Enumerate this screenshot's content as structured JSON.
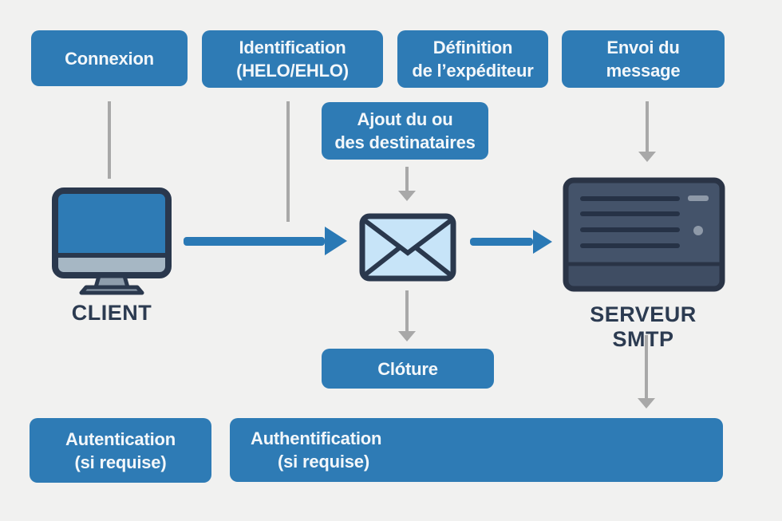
{
  "steps": {
    "connexion": {
      "line1": "Connexion"
    },
    "identification": {
      "line1": "Identification",
      "line2": "(HELO/EHLO)"
    },
    "definition": {
      "line1": "Définition",
      "line2": "de l’expéditeur"
    },
    "envoi": {
      "line1": "Envoi du",
      "line2": "message"
    },
    "ajout": {
      "line1": "Ajout du ou",
      "line2": "des destinataires"
    },
    "cloture": {
      "line1": "Clóture"
    },
    "autentication": {
      "line1": "Autentication",
      "line2": "(si requise)"
    },
    "authentification": {
      "line1": "Authentification",
      "line2": "(si requise)"
    }
  },
  "nodes": {
    "client_label": "CLIENT",
    "server_label": "SERVEUR SMTP"
  },
  "icons": {
    "client": "monitor-icon",
    "message": "envelope-icon",
    "server": "server-icon"
  },
  "colors": {
    "background": "#f1f1f0",
    "box_blue": "#2e7bb5",
    "arrow_blue": "#2a79b5",
    "connector_gray": "#a8a8a8",
    "label_navy": "#2c3b51",
    "outline_navy": "#2a384d",
    "envelope_fill": "#c7e4f8",
    "server_body": "#44536a",
    "server_detail": "#8e99a8",
    "monitor_bar": "#a6b7c4",
    "monitor_stand": "#8e9dac",
    "box_text": "#f3f7fa"
  }
}
